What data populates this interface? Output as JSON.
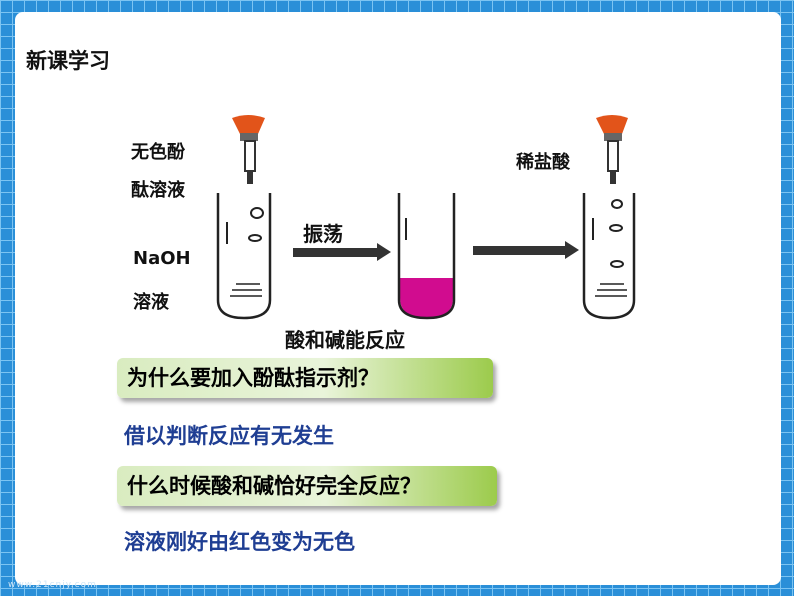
{
  "page": {
    "heading": "新课学习"
  },
  "diagram": {
    "indicator_label_line1": "无色酚",
    "indicator_label_line2": "酞溶液",
    "base_label_line1": "NaOH",
    "base_label_line2": "溶液",
    "action_label": "振荡",
    "reaction_label": "酸和碱能反应",
    "acid_label": "稀盐酸",
    "colors": {
      "pink_solution": "#d10c8f",
      "dropper_bulb": "#e2541a",
      "arrow": "#333333"
    }
  },
  "qa": [
    {
      "question": "为什么要加入酚酞指示剂？",
      "answer": "借以判断反应有无发生"
    },
    {
      "question": "什么时候酸和碱恰好完全反应？",
      "answer": "溶液刚好由红色变为无色"
    }
  ],
  "watermark": "www.21cnjy.com"
}
